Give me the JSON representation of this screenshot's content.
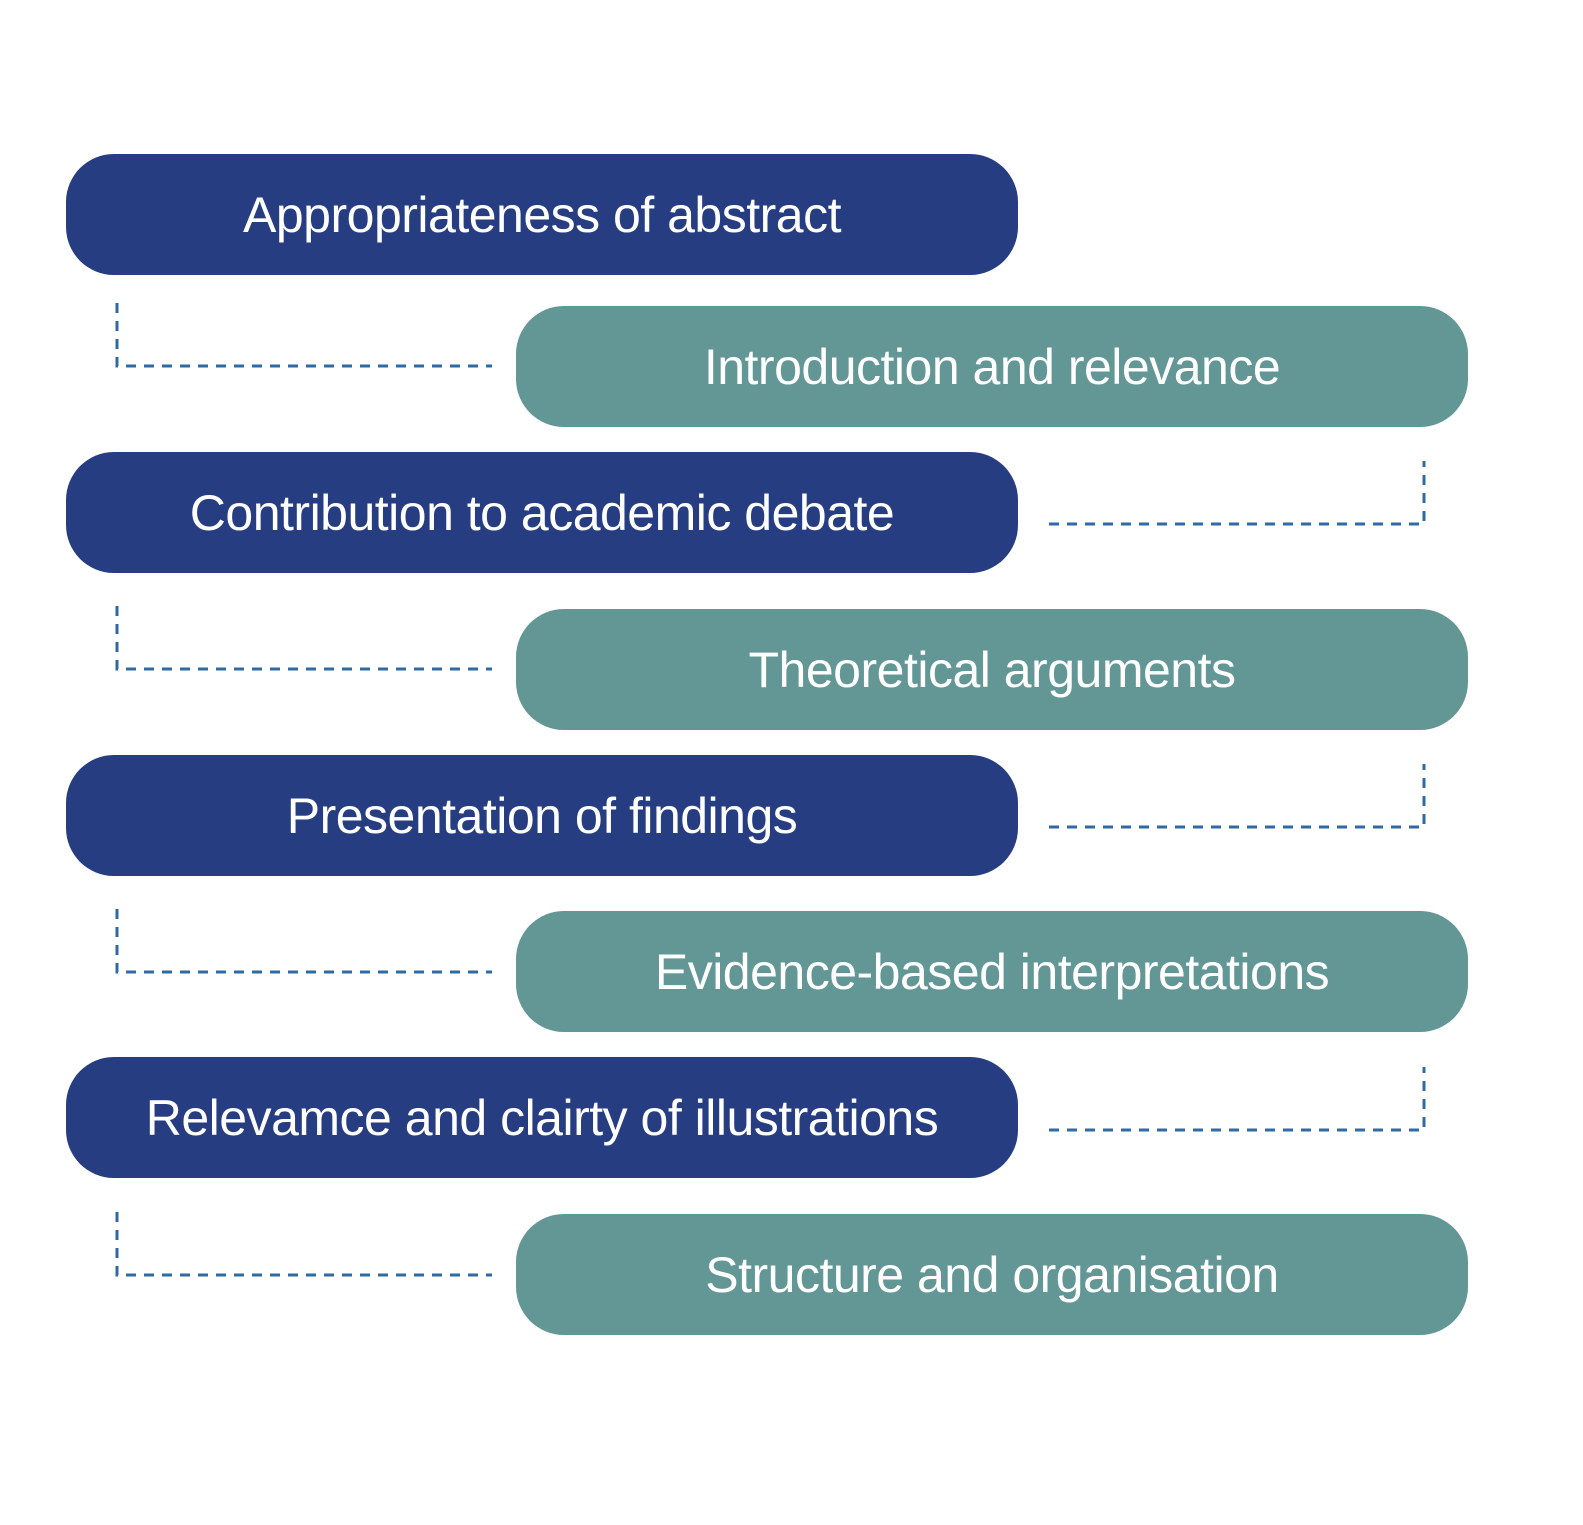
{
  "colors": {
    "primary_box": "#263d82",
    "secondary_box": "#629796",
    "connector": "#2f6aa3",
    "label_text": "#ffffff",
    "background": "#ffffff"
  },
  "steps": [
    {
      "label": "Appropriateness of abstract",
      "style": "primary"
    },
    {
      "label": "Introduction and relevance",
      "style": "secondary"
    },
    {
      "label": "Contribution to academic debate",
      "style": "primary"
    },
    {
      "label": "Theoretical arguments",
      "style": "secondary"
    },
    {
      "label": "Presentation of findings",
      "style": "primary"
    },
    {
      "label": "Evidence-based interpretations",
      "style": "secondary"
    },
    {
      "label": "Relevamce and clairty of illustrations",
      "style": "primary"
    },
    {
      "label": "Structure and organisation",
      "style": "secondary"
    }
  ]
}
